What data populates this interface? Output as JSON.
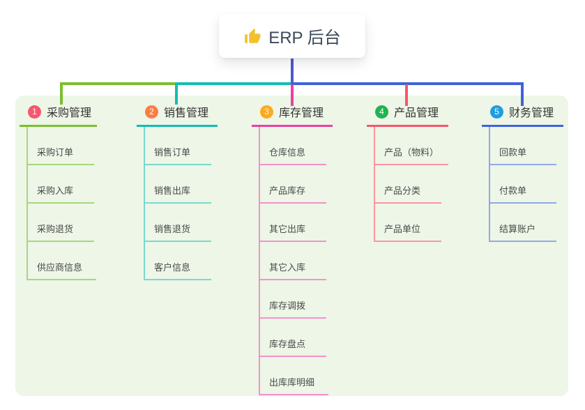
{
  "root": {
    "title": "ERP 后台",
    "icon": "thumbs-up-icon",
    "icon_color": "#F2C22E"
  },
  "canvas": {
    "background": "#EDF6E7"
  },
  "connector": {
    "root_line_color": "#5157CE"
  },
  "branches": [
    {
      "badge": "1",
      "title": "采购管理",
      "badge_color": "#F6576E",
      "line_color": "#7CBE2F",
      "child_line_color": "#A9D67B",
      "children": [
        "采购订单",
        "采购入库",
        "采购退货",
        "供应商信息"
      ]
    },
    {
      "badge": "2",
      "title": "销售管理",
      "badge_color": "#F87E45",
      "line_color": "#14BDB1",
      "child_line_color": "#7BD8CD",
      "children": [
        "销售订单",
        "销售出库",
        "销售退货",
        "客户信息"
      ]
    },
    {
      "badge": "3",
      "title": "库存管理",
      "badge_color": "#FFA921",
      "line_color": "#EC3FA0",
      "child_line_color": "#F492CB",
      "children": [
        "仓库信息",
        "产品库存",
        "其它出库",
        "其它入库",
        "库存调拨",
        "库存盘点",
        "出库库明细"
      ]
    },
    {
      "badge": "4",
      "title": "产品管理",
      "badge_color": "#21B351",
      "line_color": "#F8566C",
      "child_line_color": "#FA97A4",
      "children": [
        "产品（物料）",
        "产品分类",
        "产品单位"
      ]
    },
    {
      "badge": "5",
      "title": "财务管理",
      "badge_color": "#1E9FE0",
      "line_color": "#3E63DA",
      "child_line_color": "#93A8E6",
      "children": [
        "回款单",
        "付款单",
        "结算账户"
      ]
    }
  ]
}
